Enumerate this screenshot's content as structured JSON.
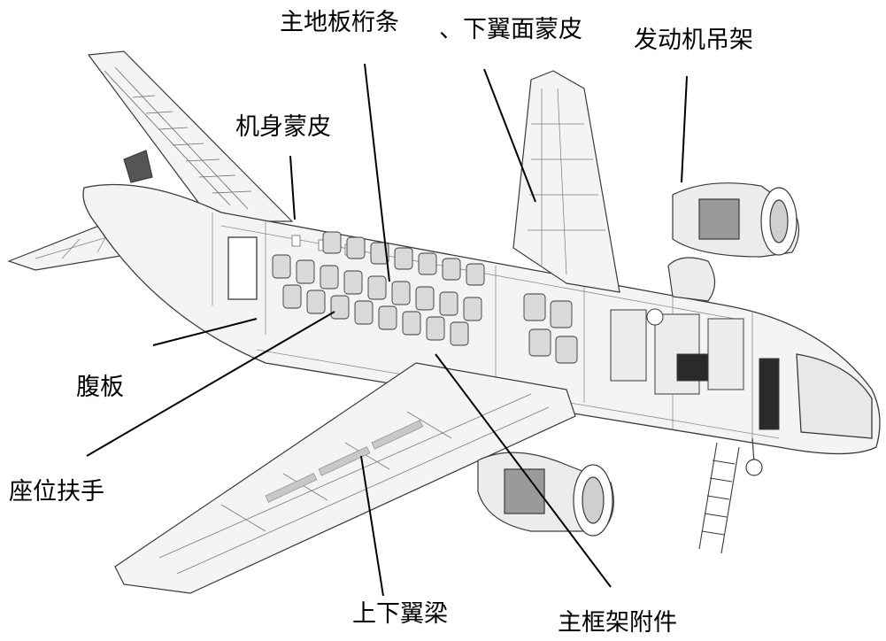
{
  "diagram": {
    "labels": {
      "main_floor_stringer": "主地板桁条",
      "lower_wing_skin": "、下翼面蒙皮",
      "engine_pylon": "发动机吊架",
      "fuselage_skin": "机身蒙皮",
      "belly_panel": "腹板",
      "seat_armrest": "座位扶手",
      "upper_lower_spar": "上下翼梁",
      "main_frame_fitting": "主框架附件"
    },
    "colors": {
      "line": "#000000",
      "aircraft_stroke": "#3a3a3a",
      "aircraft_fill": "#f4f4f4",
      "seat_fill": "#d9d9d9",
      "background": "#ffffff"
    }
  }
}
